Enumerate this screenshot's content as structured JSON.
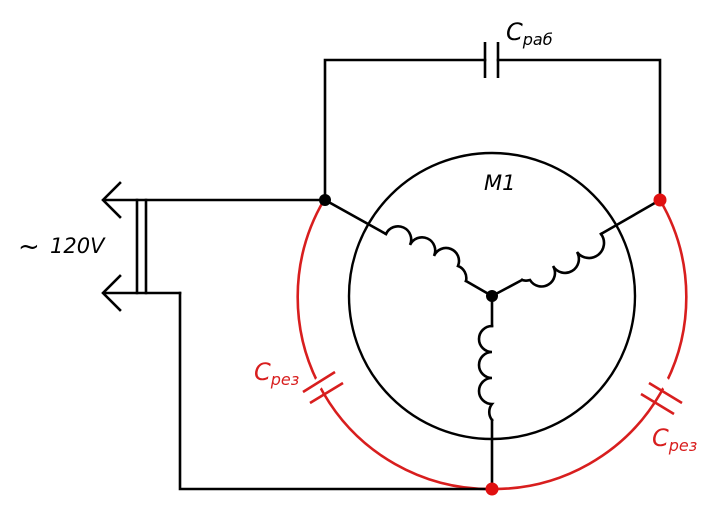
{
  "labels": {
    "source_symbol": "~",
    "source_voltage": "120V",
    "motor": "M1",
    "run_cap_main": "C",
    "run_cap_sub": "раб",
    "res_cap_left_main": "C",
    "res_cap_left_sub": "рез",
    "res_cap_right_main": "C",
    "res_cap_right_sub": "рез"
  },
  "colors": {
    "wire": "#000000",
    "alt_wire": "#d81e1e",
    "dot_black": "#000000",
    "dot_red": "#e01010"
  }
}
